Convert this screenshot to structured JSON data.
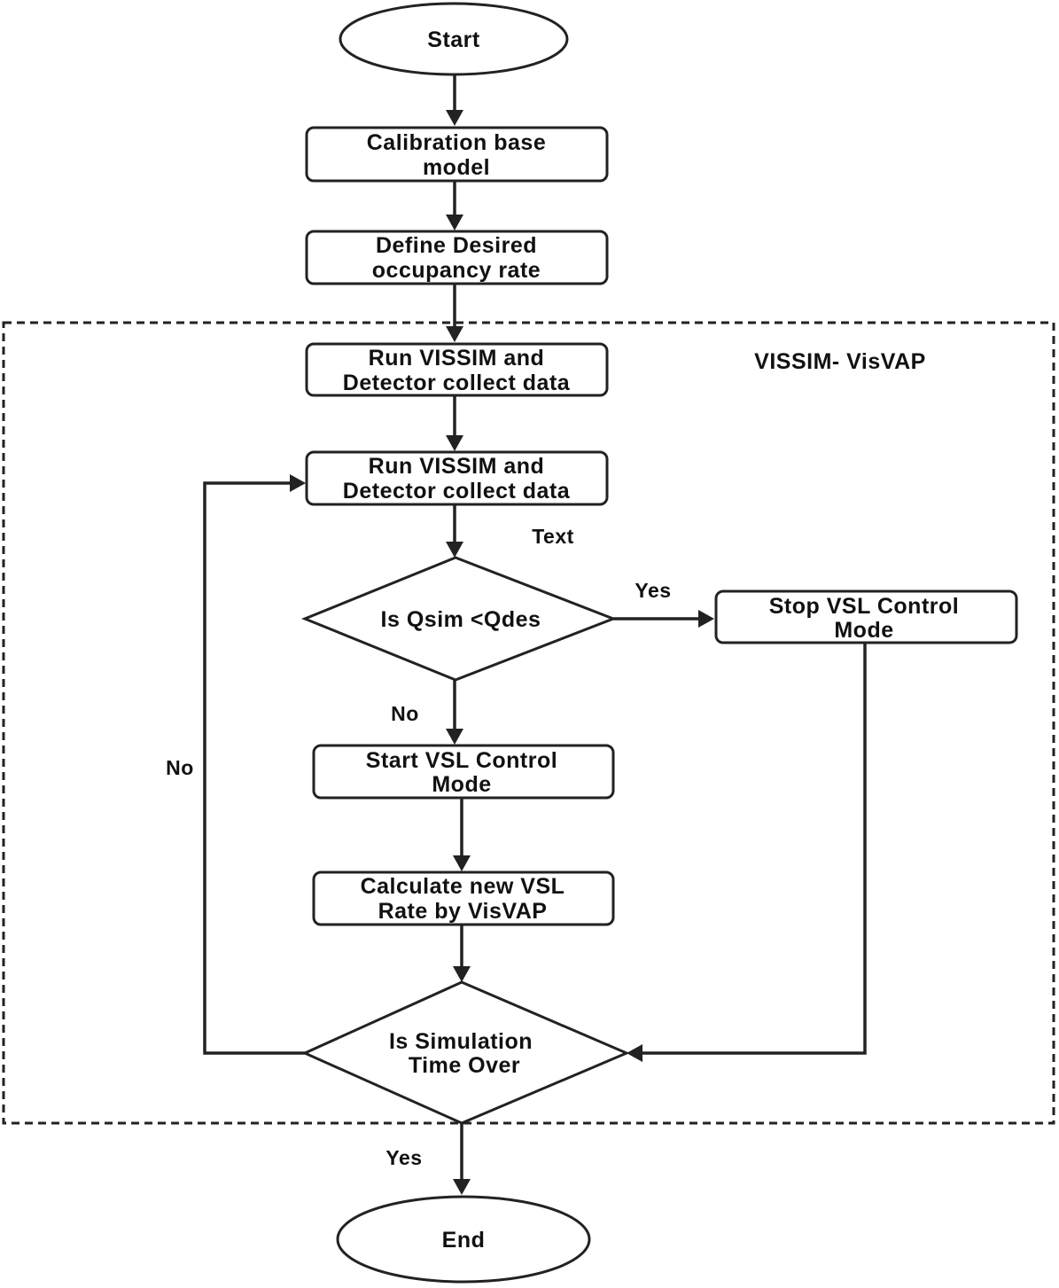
{
  "diagram": {
    "region_label": "VISSIM- VisVAP",
    "nodes": {
      "start": "Start",
      "calibration": [
        "Calibration base",
        "model"
      ],
      "define": [
        "Define Desired",
        "occupancy rate"
      ],
      "run1": [
        "Run VISSIM  and",
        "Detector collect data"
      ],
      "run2": [
        "Run VISSIM  and",
        "Detector collect data"
      ],
      "decision1": "Is Qsim <Qdes",
      "stop_vsl": [
        "Stop VSL Control",
        "Mode"
      ],
      "start_vsl": [
        "Start VSL Control",
        "Mode"
      ],
      "calculate": [
        "Calculate new VSL",
        "Rate by VisVAP"
      ],
      "decision2": [
        "Is Simulation",
        "Time Over"
      ],
      "end": "End"
    },
    "edge_labels": {
      "text_note": "Text",
      "yes_decision1": "Yes",
      "no_decision1": "No",
      "no_loop": "No",
      "yes_decision2": "Yes"
    }
  }
}
